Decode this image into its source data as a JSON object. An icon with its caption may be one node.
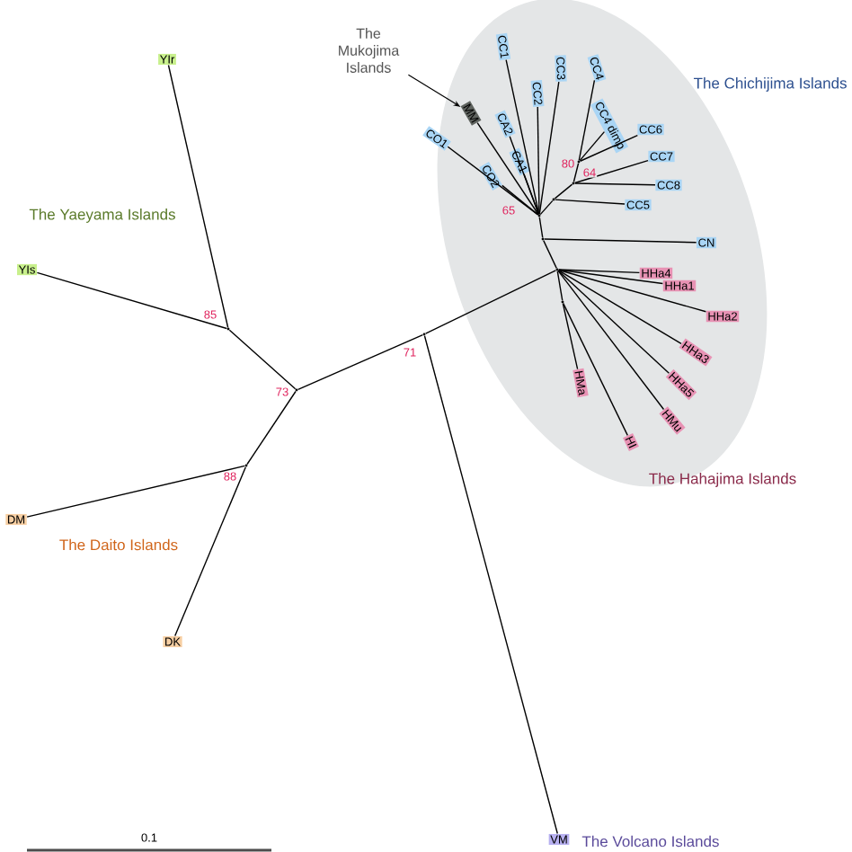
{
  "diagram": {
    "nodes": [
      {
        "text": [],
        "shape": "ellipse"
      },
      {
        "text": [
          "The Mukojima Islands"
        ]
      },
      {
        "text": [
          "MM"
        ],
        "in": 0
      },
      {
        "text": [
          "CO1"
        ],
        "in": 0
      },
      {
        "text": [
          "CO2"
        ],
        "in": 0
      },
      {
        "text": [
          "CA2"
        ],
        "in": 0
      },
      {
        "text": [
          "CA1"
        ],
        "in": 0
      },
      {
        "text": [
          "CC1"
        ],
        "in": 0
      },
      {
        "text": [
          "CC2"
        ],
        "in": 0
      },
      {
        "text": [
          "CC3"
        ],
        "in": 0
      },
      {
        "text": [
          "CC4"
        ],
        "in": 0
      },
      {
        "text": [
          "CC4 dimp"
        ],
        "in": 0
      },
      {
        "text": [
          "CC6"
        ],
        "in": 0
      },
      {
        "text": [
          "CC7"
        ],
        "in": 0
      },
      {
        "text": [
          "CC8"
        ],
        "in": 0
      },
      {
        "text": [
          "CC5"
        ],
        "in": 0
      },
      {
        "text": [
          "CN"
        ],
        "in": 0
      },
      {
        "text": [
          "HHa4"
        ],
        "in": 0
      },
      {
        "text": [
          "HHa1"
        ],
        "in": 0
      },
      {
        "text": [
          "HHa2"
        ],
        "in": 0
      },
      {
        "text": [
          "HHa3"
        ],
        "in": 0
      },
      {
        "text": [
          "HHa5"
        ],
        "in": 0
      },
      {
        "text": [
          "HMu"
        ],
        "in": 0
      },
      {
        "text": [
          "HI"
        ],
        "in": 0
      },
      {
        "text": [
          "HMa"
        ],
        "in": 0
      },
      {
        "text": [
          "YIr"
        ]
      },
      {
        "text": [
          "YIs"
        ]
      },
      {
        "text": [
          "DM"
        ]
      },
      {
        "text": [
          "DK"
        ]
      },
      {
        "text": [
          "VM"
        ]
      },
      {
        "text": [],
        "shape": "dot"
      },
      {
        "text": [],
        "shape": "dot"
      },
      {
        "text": [],
        "shape": "dot"
      },
      {
        "text": [],
        "shape": "dot"
      },
      {
        "text": [],
        "shape": "dot",
        "in": 0
      },
      {
        "text": [],
        "shape": "dot",
        "in": 0
      },
      {
        "text": [],
        "shape": "dot",
        "in": 0
      },
      {
        "text": [],
        "shape": "dot",
        "in": 0
      },
      {
        "text": [],
        "shape": "dot",
        "in": 0
      },
      {
        "text": [],
        "shape": "dot",
        "in": 0
      },
      {
        "text": [],
        "shape": "dot",
        "in": 0
      }
    ],
    "edges": [
      {
        "from": 1,
        "to": 2,
        "arrow": "to"
      },
      {
        "from": 30,
        "to": 31,
        "arrow": "none"
      },
      {
        "from": 31,
        "to": 25,
        "arrow": "none"
      },
      {
        "from": 31,
        "to": 26,
        "arrow": "none"
      },
      {
        "from": 30,
        "to": 32,
        "arrow": "none"
      },
      {
        "from": 32,
        "to": 27,
        "arrow": "none"
      },
      {
        "from": 32,
        "to": 28,
        "arrow": "none"
      },
      {
        "from": 30,
        "to": 33,
        "arrow": "none"
      },
      {
        "from": 33,
        "to": 29,
        "arrow": "none"
      },
      {
        "from": 33,
        "to": 34,
        "arrow": "none"
      },
      {
        "from": 34,
        "to": 35,
        "arrow": "none"
      },
      {
        "from": 35,
        "to": 16,
        "arrow": "none"
      },
      {
        "from": 35,
        "to": 36,
        "arrow": "none"
      },
      {
        "from": 36,
        "to": 3,
        "arrow": "none"
      },
      {
        "from": 36,
        "to": 4,
        "arrow": "none"
      },
      {
        "from": 36,
        "to": 2,
        "arrow": "none"
      },
      {
        "from": 36,
        "to": 5,
        "arrow": "none"
      },
      {
        "from": 36,
        "to": 6,
        "arrow": "none"
      },
      {
        "from": 36,
        "to": 7,
        "arrow": "none"
      },
      {
        "from": 36,
        "to": 8,
        "arrow": "none"
      },
      {
        "from": 36,
        "to": 9,
        "arrow": "none"
      },
      {
        "from": 36,
        "to": 37,
        "arrow": "none"
      },
      {
        "from": 37,
        "to": 15,
        "arrow": "none"
      },
      {
        "from": 37,
        "to": 38,
        "arrow": "none"
      },
      {
        "from": 38,
        "to": 14,
        "arrow": "none"
      },
      {
        "from": 38,
        "to": 13,
        "arrow": "none"
      },
      {
        "from": 38,
        "to": 39,
        "arrow": "none"
      },
      {
        "from": 39,
        "to": 10,
        "arrow": "none"
      },
      {
        "from": 39,
        "to": 11,
        "arrow": "none"
      },
      {
        "from": 39,
        "to": 12,
        "arrow": "none"
      },
      {
        "from": 34,
        "to": 17,
        "arrow": "none"
      },
      {
        "from": 34,
        "to": 18,
        "arrow": "none"
      },
      {
        "from": 34,
        "to": 19,
        "arrow": "none"
      },
      {
        "from": 34,
        "to": 20,
        "arrow": "none"
      },
      {
        "from": 34,
        "to": 21,
        "arrow": "none"
      },
      {
        "from": 34,
        "to": 22,
        "arrow": "none"
      },
      {
        "from": 34,
        "to": 40,
        "arrow": "none"
      },
      {
        "from": 40,
        "to": 24,
        "arrow": "none"
      },
      {
        "from": 40,
        "to": 23,
        "arrow": "none"
      }
    ],
    "labels": [
      "The Chichijima Islands",
      "80",
      "64",
      "65",
      "The Yaeyama Islands",
      "85",
      "73",
      "71",
      "The Hahajima Islands",
      "88",
      "The Daito Islands",
      "0.1",
      "The Volcano Islands"
    ]
  }
}
